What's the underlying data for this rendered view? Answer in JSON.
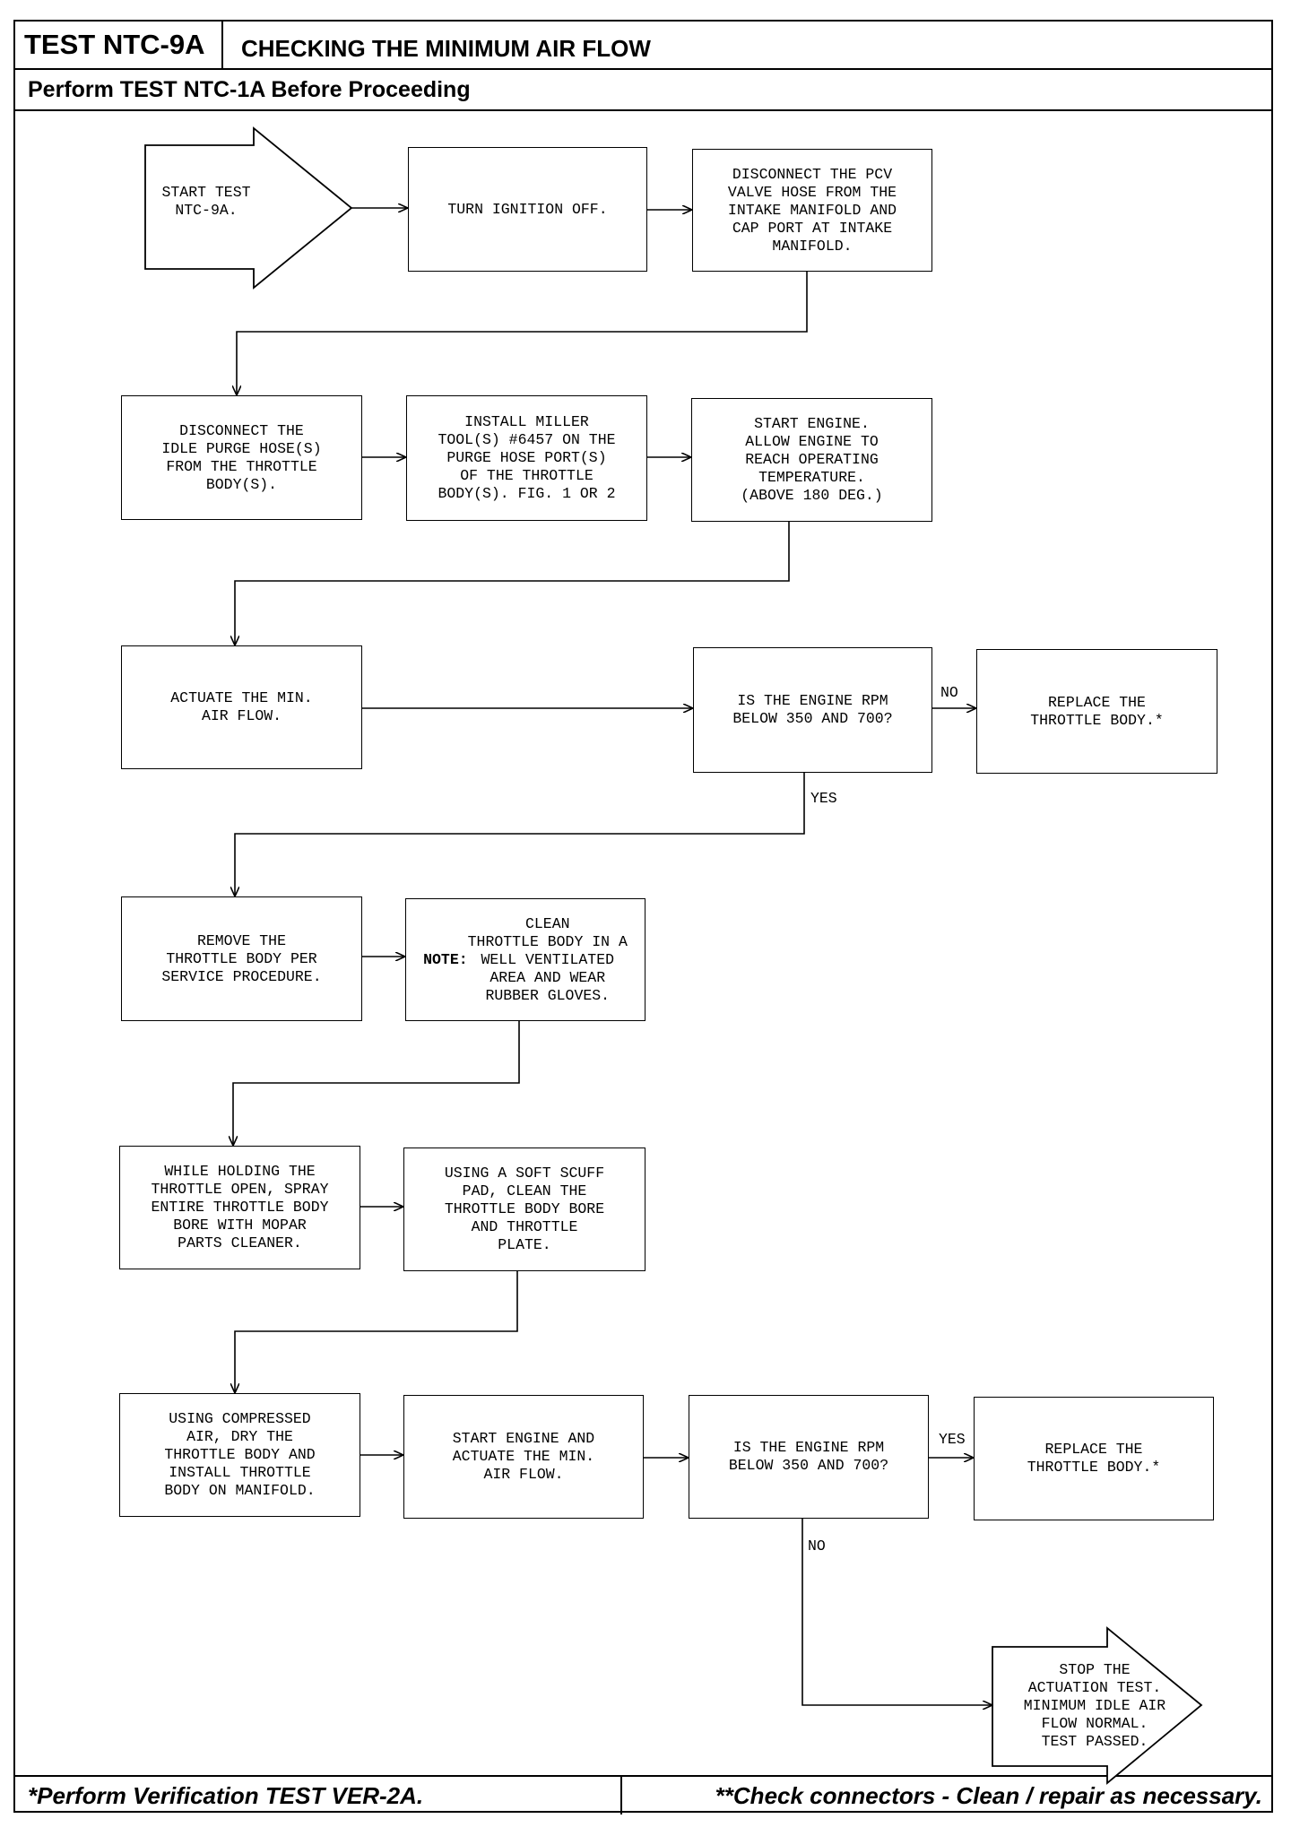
{
  "header": {
    "test_id": "TEST NTC-9A",
    "title": "CHECKING THE MINIMUM AIR FLOW",
    "subtitle": "Perform TEST NTC-1A Before Proceeding"
  },
  "footer": {
    "left": "*Perform Verification TEST VER-2A.",
    "right": "**Check connectors - Clean / repair as necessary."
  },
  "steps": {
    "start": "START TEST\nNTC-9A.",
    "ignition_off": "TURN IGNITION OFF.",
    "disconnect_pcv": "DISCONNECT THE PCV\nVALVE HOSE FROM THE\nINTAKE MANIFOLD AND\nCAP PORT AT INTAKE\nMANIFOLD.",
    "disconnect_purge": "DISCONNECT THE\nIDLE PURGE HOSE(S)\nFROM THE THROTTLE\nBODY(S).",
    "install_tool": "INSTALL MILLER\nTOOL(S) #6457 ON THE\nPURGE HOSE PORT(S)\nOF THE THROTTLE\nBODY(S). FIG. 1 OR 2",
    "start_engine": "START ENGINE.\nALLOW ENGINE TO\nREACH OPERATING\nTEMPERATURE.\n(ABOVE 180 DEG.)",
    "actuate": "ACTUATE THE MIN.\nAIR FLOW.",
    "question1": "IS THE ENGINE RPM\nBELOW 350 AND 700?",
    "replace1": "REPLACE THE\nTHROTTLE BODY.*",
    "remove_tb": "REMOVE THE\nTHROTTLE BODY PER\nSERVICE PROCEDURE.",
    "note_label": "NOTE:",
    "note_text": " CLEAN\nTHROTTLE BODY IN A\nWELL VENTILATED\nAREA AND WEAR\nRUBBER GLOVES.",
    "spray": "WHILE HOLDING THE\nTHROTTLE OPEN, SPRAY\nENTIRE THROTTLE BODY\nBORE WITH MOPAR\nPARTS CLEANER.",
    "scuff": "USING A SOFT SCUFF\nPAD, CLEAN THE\nTHROTTLE BODY BORE\nAND THROTTLE\nPLATE.",
    "dry": "USING COMPRESSED\nAIR, DRY THE\nTHROTTLE BODY AND\nINSTALL THROTTLE\nBODY ON MANIFOLD.",
    "restart": "START ENGINE AND\nACTUATE THE MIN.\nAIR FLOW.",
    "question2": "IS THE ENGINE RPM\nBELOW 350 AND 700?",
    "replace2": "REPLACE THE\nTHROTTLE BODY.*",
    "stop": "STOP THE\nACTUATION TEST.\nMINIMUM IDLE AIR\nFLOW NORMAL.\nTEST PASSED."
  },
  "labels": {
    "no1": "NO",
    "yes1": "YES",
    "yes2": "YES",
    "no2": "NO"
  }
}
